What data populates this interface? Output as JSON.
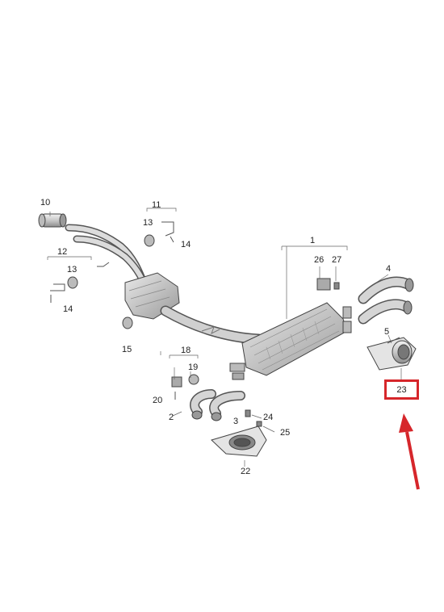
{
  "parts": {
    "p1": "1",
    "p2": "2",
    "p3": "3",
    "p4": "4",
    "p5": "5",
    "p10": "10",
    "p11": "11",
    "p12": "12",
    "p13a": "13",
    "p13b": "13",
    "p14a": "14",
    "p14b": "14",
    "p15": "15",
    "p18": "18",
    "p19": "19",
    "p20": "20",
    "p22": "22",
    "p24": "24",
    "p25": "25",
    "p26": "26",
    "p27": "27"
  },
  "callout": {
    "label": "23",
    "color": "#d6262b"
  },
  "arrow": {
    "color": "#d6262b"
  },
  "icons": [
    "arrow-up-icon"
  ]
}
